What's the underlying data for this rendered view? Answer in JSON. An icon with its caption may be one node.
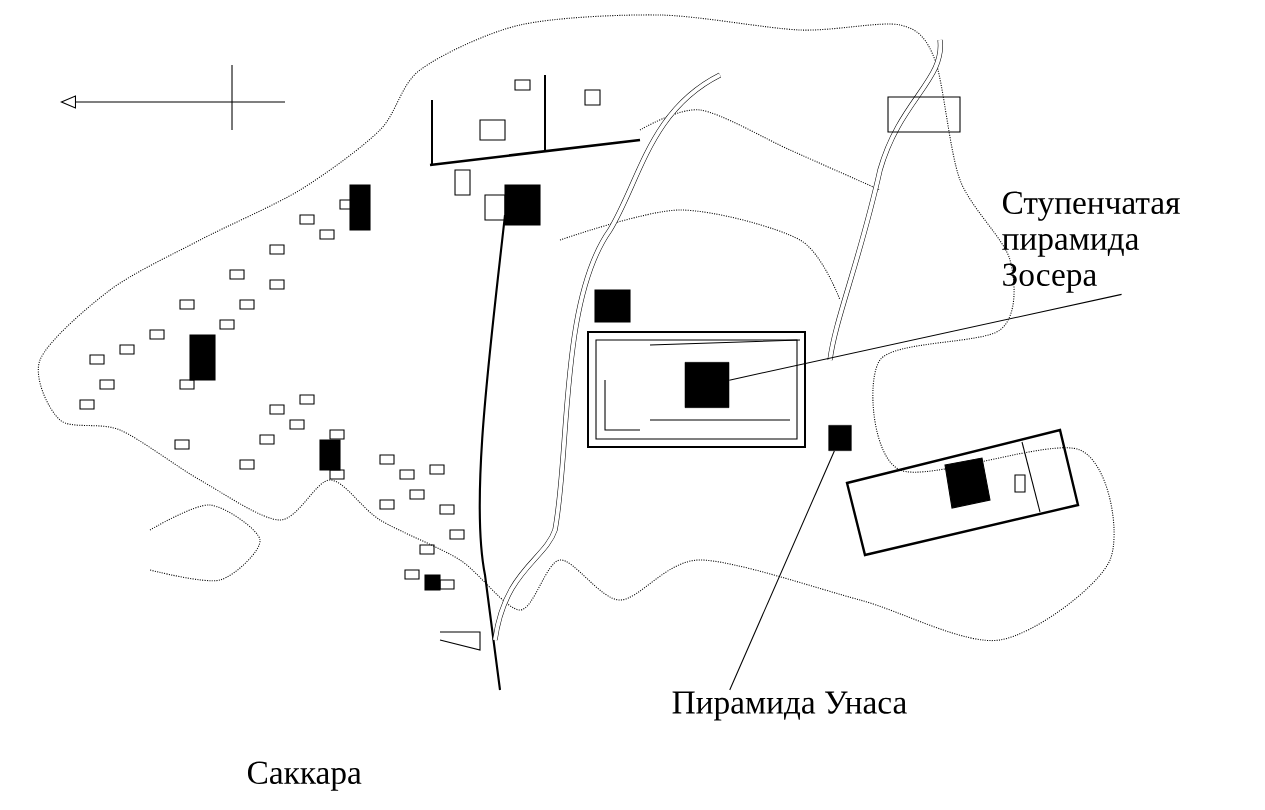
{
  "diagram": {
    "nodes": [
      {
        "text": [
          "Ступенчатая пирамида Зосера"
        ]
      },
      {
        "text": [],
        "shape": "box"
      },
      {
        "text": [
          "Пирамида Унаса"
        ]
      },
      {
        "text": [],
        "shape": "box"
      }
    ],
    "edges": [
      {
        "from": 0,
        "to": 1,
        "arrow": "none"
      },
      {
        "from": 2,
        "to": 3,
        "arrow": "none"
      }
    ],
    "labels": [
      "Саккара"
    ]
  }
}
